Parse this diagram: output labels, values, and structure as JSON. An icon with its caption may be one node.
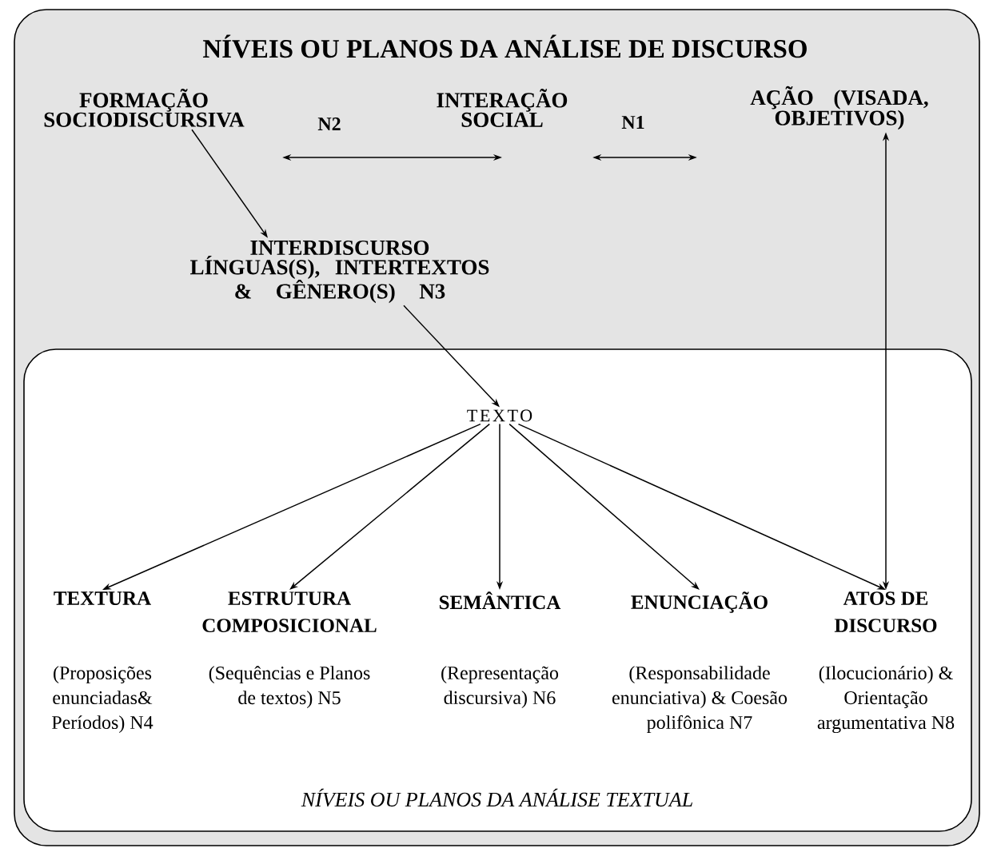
{
  "diagram": {
    "nodes": [
      {
        "text": [
          "NÍVEIS OU PLANOS DA ANÁLISE DE DISCURSO"
        ]
      },
      {
        "text": [
          "FORMAÇÃO SOCIODISCURSIVA"
        ],
        "in": 0
      },
      {
        "text": [
          "INTERAÇÃO SOCIAL"
        ],
        "in": 0
      },
      {
        "text": [
          "AÇÃO (VISADA, OBJETIVOS)"
        ],
        "in": 0
      },
      {
        "text": [
          "INTERDISCURSO",
          "LÍNGUAS(S), INTERTEXTOS & GÊNERO(S) N3"
        ],
        "in": 0
      },
      {
        "text": [
          "NÍVEIS OU PLANOS DA ANÁLISE TEXTUAL"
        ],
        "in": 0
      },
      {
        "text": [
          "TEXTO"
        ],
        "in": 5
      },
      {
        "text": [
          "TEXTURA",
          "(Proposições enunciadas& Períodos) N4"
        ],
        "in": 5
      },
      {
        "text": [
          "ESTRUTURA COMPOSICIONAL",
          "(Sequências e Planos de textos) N5"
        ],
        "in": 5
      },
      {
        "text": [
          "SEMÂNTICA",
          "(Representação discursiva) N6"
        ],
        "in": 5
      },
      {
        "text": [
          "ENUNCIAÇÃO",
          "(Responsabilidade enunciativa) & Coesão polifônica N7"
        ],
        "in": 5
      },
      {
        "text": [
          "ATOS DE DISCURSO",
          "(Ilocucionário) & Orientação argumentativa N8"
        ],
        "in": 5
      }
    ],
    "edges": [
      {
        "from": 1,
        "to": 2,
        "arrow": "both",
        "label": "N2"
      },
      {
        "from": 2,
        "to": 3,
        "arrow": "both",
        "label": "N1"
      },
      {
        "from": 1,
        "to": 4,
        "arrow": "to"
      },
      {
        "from": 4,
        "to": 6,
        "arrow": "to"
      },
      {
        "from": 6,
        "to": 7,
        "arrow": "to"
      },
      {
        "from": 6,
        "to": 8,
        "arrow": "to"
      },
      {
        "from": 6,
        "to": 9,
        "arrow": "to"
      },
      {
        "from": 6,
        "to": 10,
        "arrow": "to"
      },
      {
        "from": 6,
        "to": 11,
        "arrow": "to"
      },
      {
        "from": 3,
        "to": 11,
        "arrow": "both"
      }
    ]
  }
}
